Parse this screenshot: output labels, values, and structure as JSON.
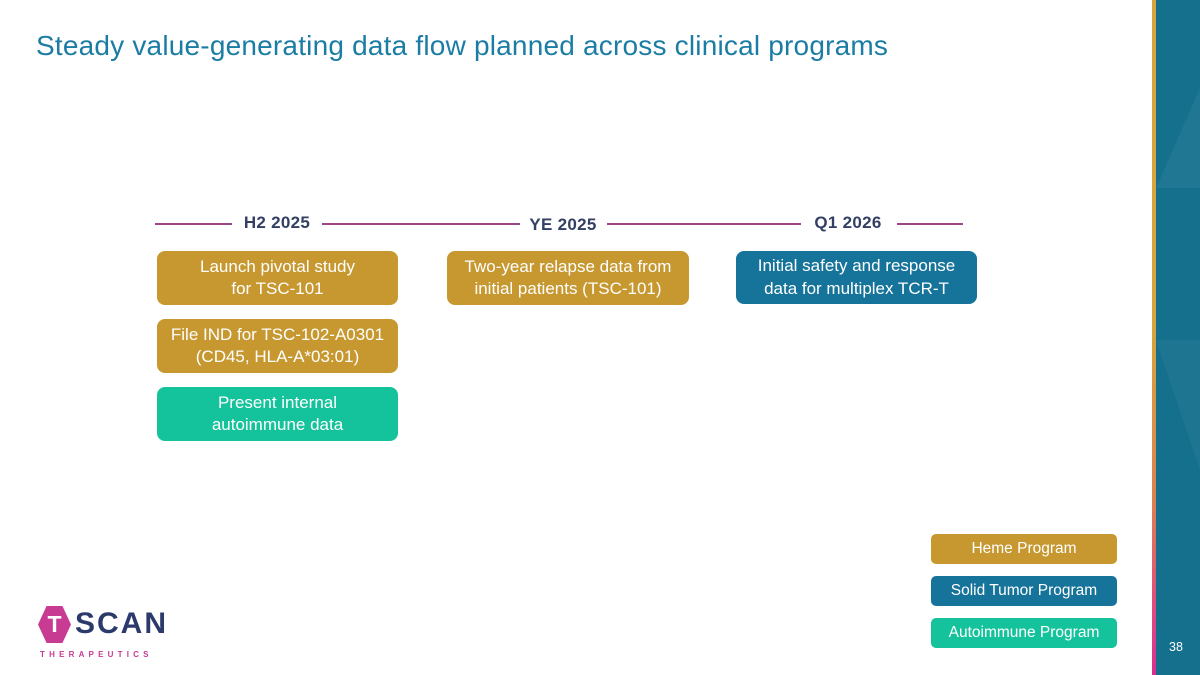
{
  "title": "Steady value-generating data flow planned across clinical programs",
  "page_number": "38",
  "colors": {
    "title": "#1B7CA4",
    "heme_program": "#C6982F",
    "solid_tumor_program": "#16739A",
    "autoimmune_program": "#14C39B",
    "timeline_line": "#9C4689",
    "timeline_label": "#333F63",
    "logo_magenta": "#C73B92",
    "logo_navy": "#2B3A6B",
    "side_panel": "#15708E"
  },
  "timeline": {
    "periods": [
      "H2 2025",
      "YE 2025",
      "Q1 2026"
    ]
  },
  "milestones": [
    {
      "period": "H2 2025",
      "program": "heme",
      "text": "Launch pivotal study\nfor TSC-101"
    },
    {
      "period": "H2 2025",
      "program": "heme",
      "text": "File IND for TSC-102-A0301\n(CD45, HLA-A*03:01)"
    },
    {
      "period": "H2 2025",
      "program": "autoimmune",
      "text": "Present internal\nautoimmune data"
    },
    {
      "period": "YE 2025",
      "program": "heme",
      "text": "Two-year relapse data from\ninitial patients (TSC-101)"
    },
    {
      "period": "Q1 2026",
      "program": "solid_tumor",
      "text": "Initial safety and response\ndata for multiplex TCR-T"
    }
  ],
  "legend": [
    {
      "label": "Heme Program",
      "program": "heme"
    },
    {
      "label": "Solid Tumor Program",
      "program": "solid_tumor"
    },
    {
      "label": "Autoimmune Program",
      "program": "autoimmune"
    }
  ],
  "logo": {
    "hex_letter": "T",
    "name": "SCAN",
    "tagline": "THERAPEUTICS"
  }
}
